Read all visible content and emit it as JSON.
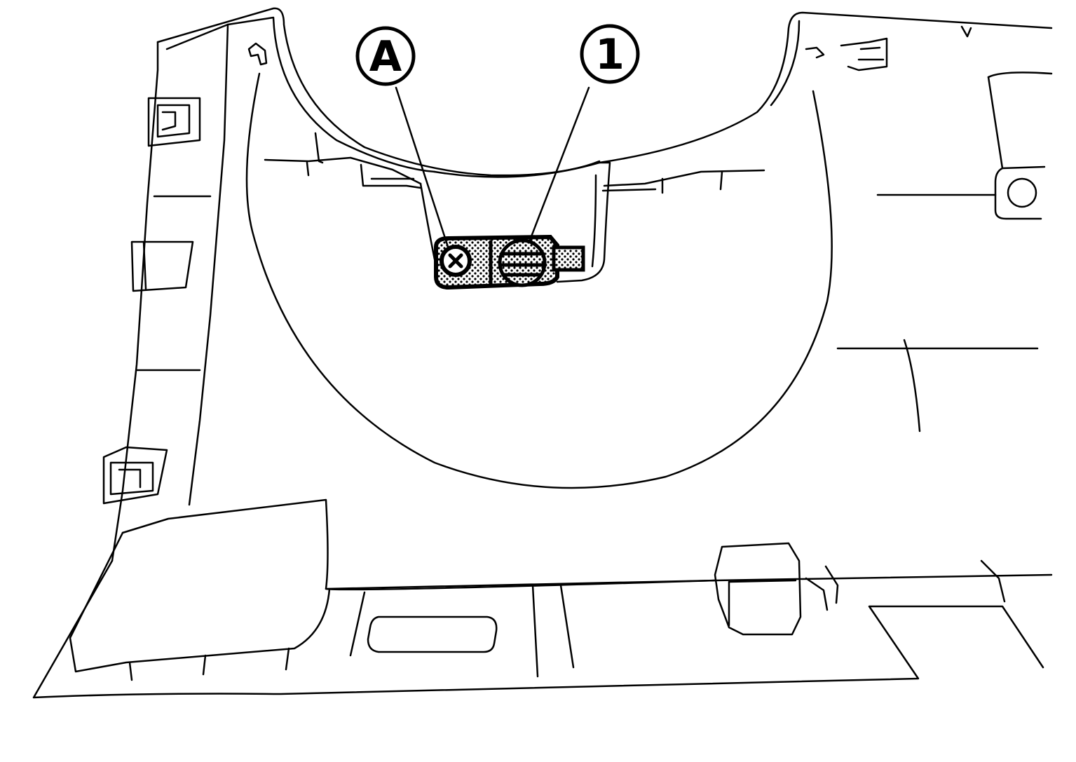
{
  "callouts": {
    "a": {
      "label": "A"
    },
    "one": {
      "label": "1"
    }
  },
  "colors": {
    "line": "#000000",
    "background": "#ffffff",
    "component_fill": "dotted-pattern"
  }
}
